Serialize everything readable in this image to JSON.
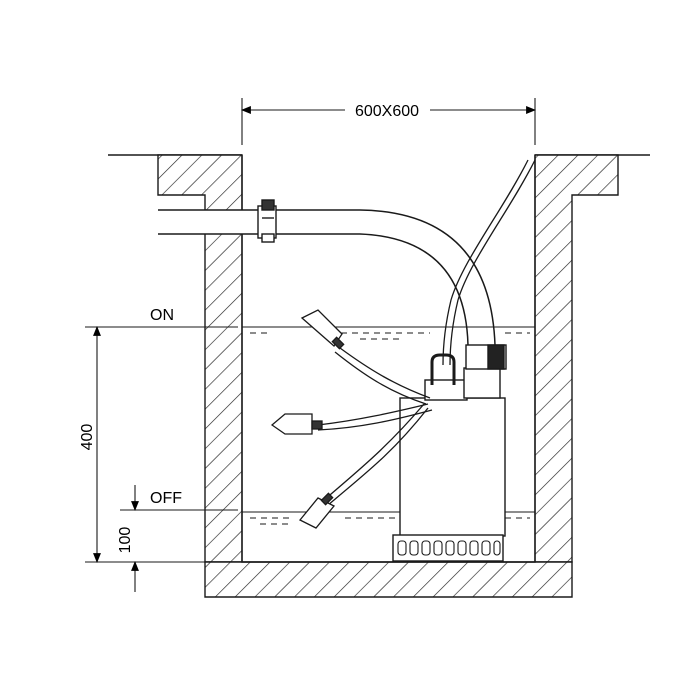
{
  "diagram": {
    "width_label": "600X600",
    "on_label": "ON",
    "off_label": "OFF",
    "range_label": "400",
    "min_level_label": "100"
  },
  "colors": {
    "line": "#1a1a1a",
    "hatch": "#222222",
    "background": "#ffffff"
  }
}
